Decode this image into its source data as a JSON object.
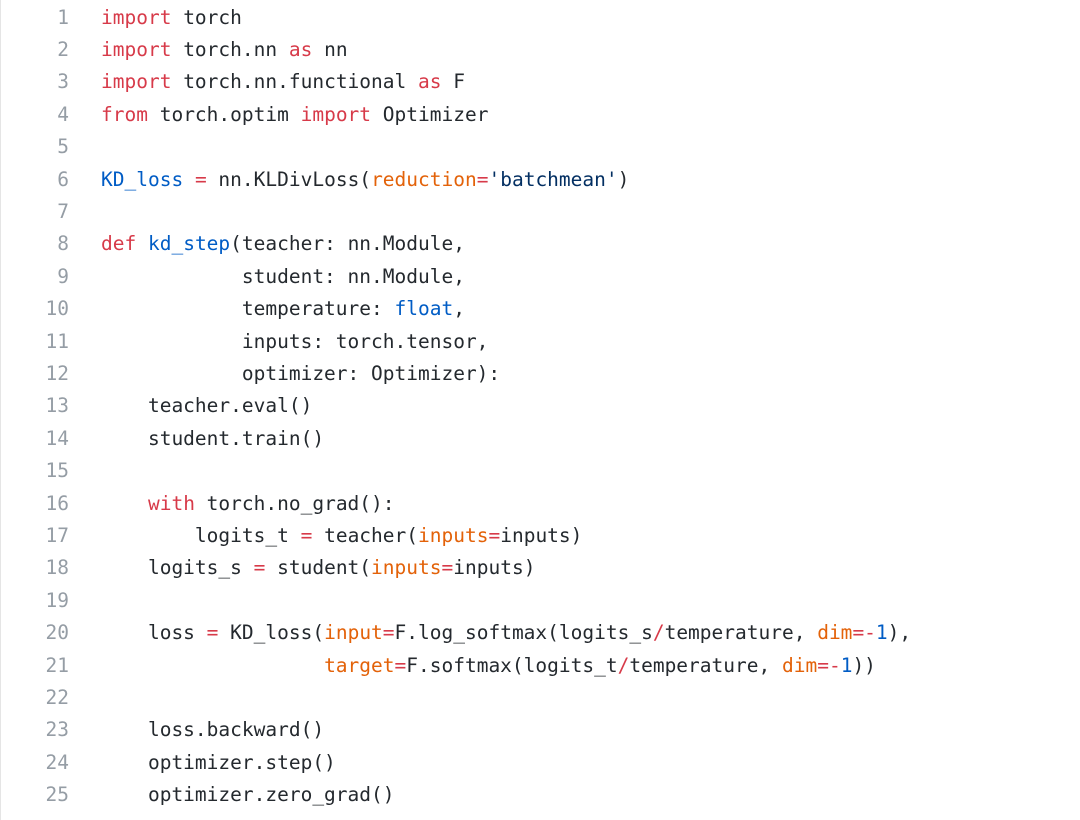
{
  "colors": {
    "keyword": "#d73a49",
    "name": "#005cc5",
    "param": "#e36209",
    "string": "#032f62",
    "plain": "#24292e",
    "line_number": "#959da5"
  },
  "code": {
    "lines": [
      {
        "n": "1",
        "tokens": [
          {
            "t": "kw",
            "v": "import"
          },
          {
            "t": "plain",
            "v": " torch"
          }
        ]
      },
      {
        "n": "2",
        "tokens": [
          {
            "t": "kw",
            "v": "import"
          },
          {
            "t": "plain",
            "v": " torch.nn "
          },
          {
            "t": "kw",
            "v": "as"
          },
          {
            "t": "plain",
            "v": " nn"
          }
        ]
      },
      {
        "n": "3",
        "tokens": [
          {
            "t": "kw",
            "v": "import"
          },
          {
            "t": "plain",
            "v": " torch.nn.functional "
          },
          {
            "t": "kw",
            "v": "as"
          },
          {
            "t": "plain",
            "v": " F"
          }
        ]
      },
      {
        "n": "4",
        "tokens": [
          {
            "t": "kw",
            "v": "from"
          },
          {
            "t": "plain",
            "v": " torch.optim "
          },
          {
            "t": "kw",
            "v": "import"
          },
          {
            "t": "plain",
            "v": " Optimizer"
          }
        ]
      },
      {
        "n": "5",
        "tokens": []
      },
      {
        "n": "6",
        "tokens": [
          {
            "t": "name",
            "v": "KD_loss"
          },
          {
            "t": "plain",
            "v": " "
          },
          {
            "t": "kw",
            "v": "="
          },
          {
            "t": "plain",
            "v": " nn.KLDivLoss("
          },
          {
            "t": "param",
            "v": "reduction"
          },
          {
            "t": "kw",
            "v": "="
          },
          {
            "t": "str",
            "v": "'batchmean'"
          },
          {
            "t": "plain",
            "v": ")"
          }
        ]
      },
      {
        "n": "7",
        "tokens": []
      },
      {
        "n": "8",
        "tokens": [
          {
            "t": "kw",
            "v": "def"
          },
          {
            "t": "plain",
            "v": " "
          },
          {
            "t": "fn",
            "v": "kd_step"
          },
          {
            "t": "plain",
            "v": "(teacher: nn.Module,"
          }
        ]
      },
      {
        "n": "9",
        "tokens": [
          {
            "t": "plain",
            "v": "            student: nn.Module,"
          }
        ]
      },
      {
        "n": "10",
        "tokens": [
          {
            "t": "plain",
            "v": "            temperature: "
          },
          {
            "t": "builtin",
            "v": "float"
          },
          {
            "t": "plain",
            "v": ","
          }
        ]
      },
      {
        "n": "11",
        "tokens": [
          {
            "t": "plain",
            "v": "            inputs: torch.tensor,"
          }
        ]
      },
      {
        "n": "12",
        "tokens": [
          {
            "t": "plain",
            "v": "            optimizer: Optimizer):"
          }
        ]
      },
      {
        "n": "13",
        "tokens": [
          {
            "t": "plain",
            "v": "    teacher.eval()"
          }
        ]
      },
      {
        "n": "14",
        "tokens": [
          {
            "t": "plain",
            "v": "    student.train()"
          }
        ]
      },
      {
        "n": "15",
        "tokens": []
      },
      {
        "n": "16",
        "tokens": [
          {
            "t": "plain",
            "v": "    "
          },
          {
            "t": "kw",
            "v": "with"
          },
          {
            "t": "plain",
            "v": " torch.no_grad():"
          }
        ]
      },
      {
        "n": "17",
        "tokens": [
          {
            "t": "plain",
            "v": "        logits_t "
          },
          {
            "t": "kw",
            "v": "="
          },
          {
            "t": "plain",
            "v": " teacher("
          },
          {
            "t": "param",
            "v": "inputs"
          },
          {
            "t": "kw",
            "v": "="
          },
          {
            "t": "plain",
            "v": "inputs)"
          }
        ]
      },
      {
        "n": "18",
        "tokens": [
          {
            "t": "plain",
            "v": "    logits_s "
          },
          {
            "t": "kw",
            "v": "="
          },
          {
            "t": "plain",
            "v": " student("
          },
          {
            "t": "param",
            "v": "inputs"
          },
          {
            "t": "kw",
            "v": "="
          },
          {
            "t": "plain",
            "v": "inputs)"
          }
        ]
      },
      {
        "n": "19",
        "tokens": []
      },
      {
        "n": "20",
        "tokens": [
          {
            "t": "plain",
            "v": "    loss "
          },
          {
            "t": "kw",
            "v": "="
          },
          {
            "t": "plain",
            "v": " KD_loss("
          },
          {
            "t": "param",
            "v": "input"
          },
          {
            "t": "kw",
            "v": "="
          },
          {
            "t": "plain",
            "v": "F.log_softmax(logits_s"
          },
          {
            "t": "kw",
            "v": "/"
          },
          {
            "t": "plain",
            "v": "temperature, "
          },
          {
            "t": "param",
            "v": "dim"
          },
          {
            "t": "kw",
            "v": "=-"
          },
          {
            "t": "num",
            "v": "1"
          },
          {
            "t": "plain",
            "v": "),"
          }
        ]
      },
      {
        "n": "21",
        "tokens": [
          {
            "t": "plain",
            "v": "                   "
          },
          {
            "t": "param",
            "v": "target"
          },
          {
            "t": "kw",
            "v": "="
          },
          {
            "t": "plain",
            "v": "F.softmax(logits_t"
          },
          {
            "t": "kw",
            "v": "/"
          },
          {
            "t": "plain",
            "v": "temperature, "
          },
          {
            "t": "param",
            "v": "dim"
          },
          {
            "t": "kw",
            "v": "=-"
          },
          {
            "t": "num",
            "v": "1"
          },
          {
            "t": "plain",
            "v": "))"
          }
        ]
      },
      {
        "n": "22",
        "tokens": []
      },
      {
        "n": "23",
        "tokens": [
          {
            "t": "plain",
            "v": "    loss.backward()"
          }
        ]
      },
      {
        "n": "24",
        "tokens": [
          {
            "t": "plain",
            "v": "    optimizer.step()"
          }
        ]
      },
      {
        "n": "25",
        "tokens": [
          {
            "t": "plain",
            "v": "    optimizer.zero_grad()"
          }
        ]
      }
    ]
  }
}
